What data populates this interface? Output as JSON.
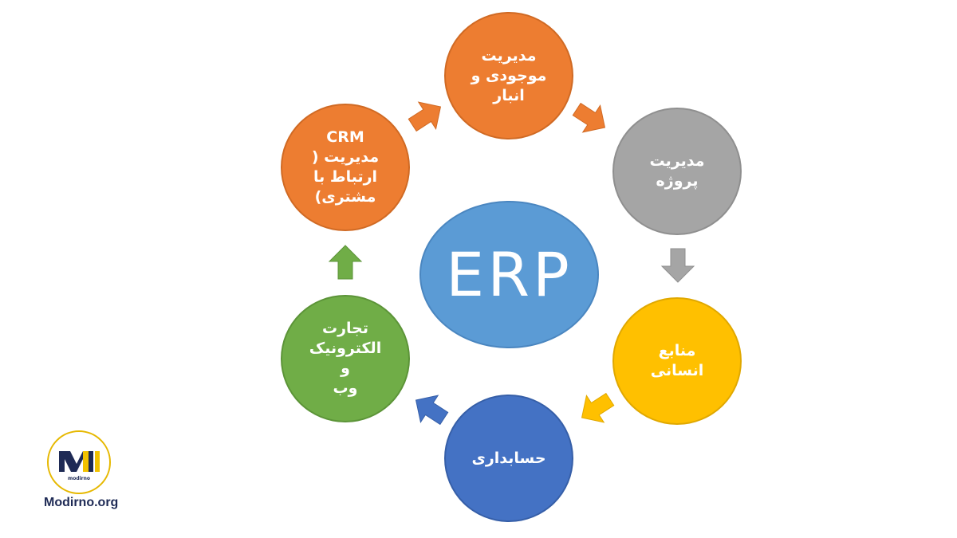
{
  "diagram": {
    "center": {
      "label": "ERP",
      "color": "#5b9bd5"
    },
    "modules": [
      {
        "id": "inventory",
        "label": "مدیریت\nموجودی و\nانبار",
        "color": "#ed7d31"
      },
      {
        "id": "project",
        "label": "مدیریت\nپروژه",
        "color": "#a5a5a5"
      },
      {
        "id": "hr",
        "label": "منابع انسانی",
        "color": "#ffc000"
      },
      {
        "id": "accounting",
        "label": "حسابداری",
        "color": "#4472c4"
      },
      {
        "id": "ecommerce",
        "label": "تجارت\nالکترونیک و\nوب",
        "color": "#70ad47"
      },
      {
        "id": "crm",
        "label": "CRM\nمدیریت (\nارتباط با\nمشتری)",
        "color": "#ed7d31"
      }
    ],
    "arrow_colors": [
      "#ed7d31",
      "#ed7d31",
      "#a5a5a5",
      "#ffc000",
      "#4472c4",
      "#70ad47"
    ]
  },
  "branding": {
    "logo_text": "modirno",
    "site": "Modirno.org",
    "logo_colors": [
      "#1e2a55",
      "#f2c200"
    ]
  }
}
